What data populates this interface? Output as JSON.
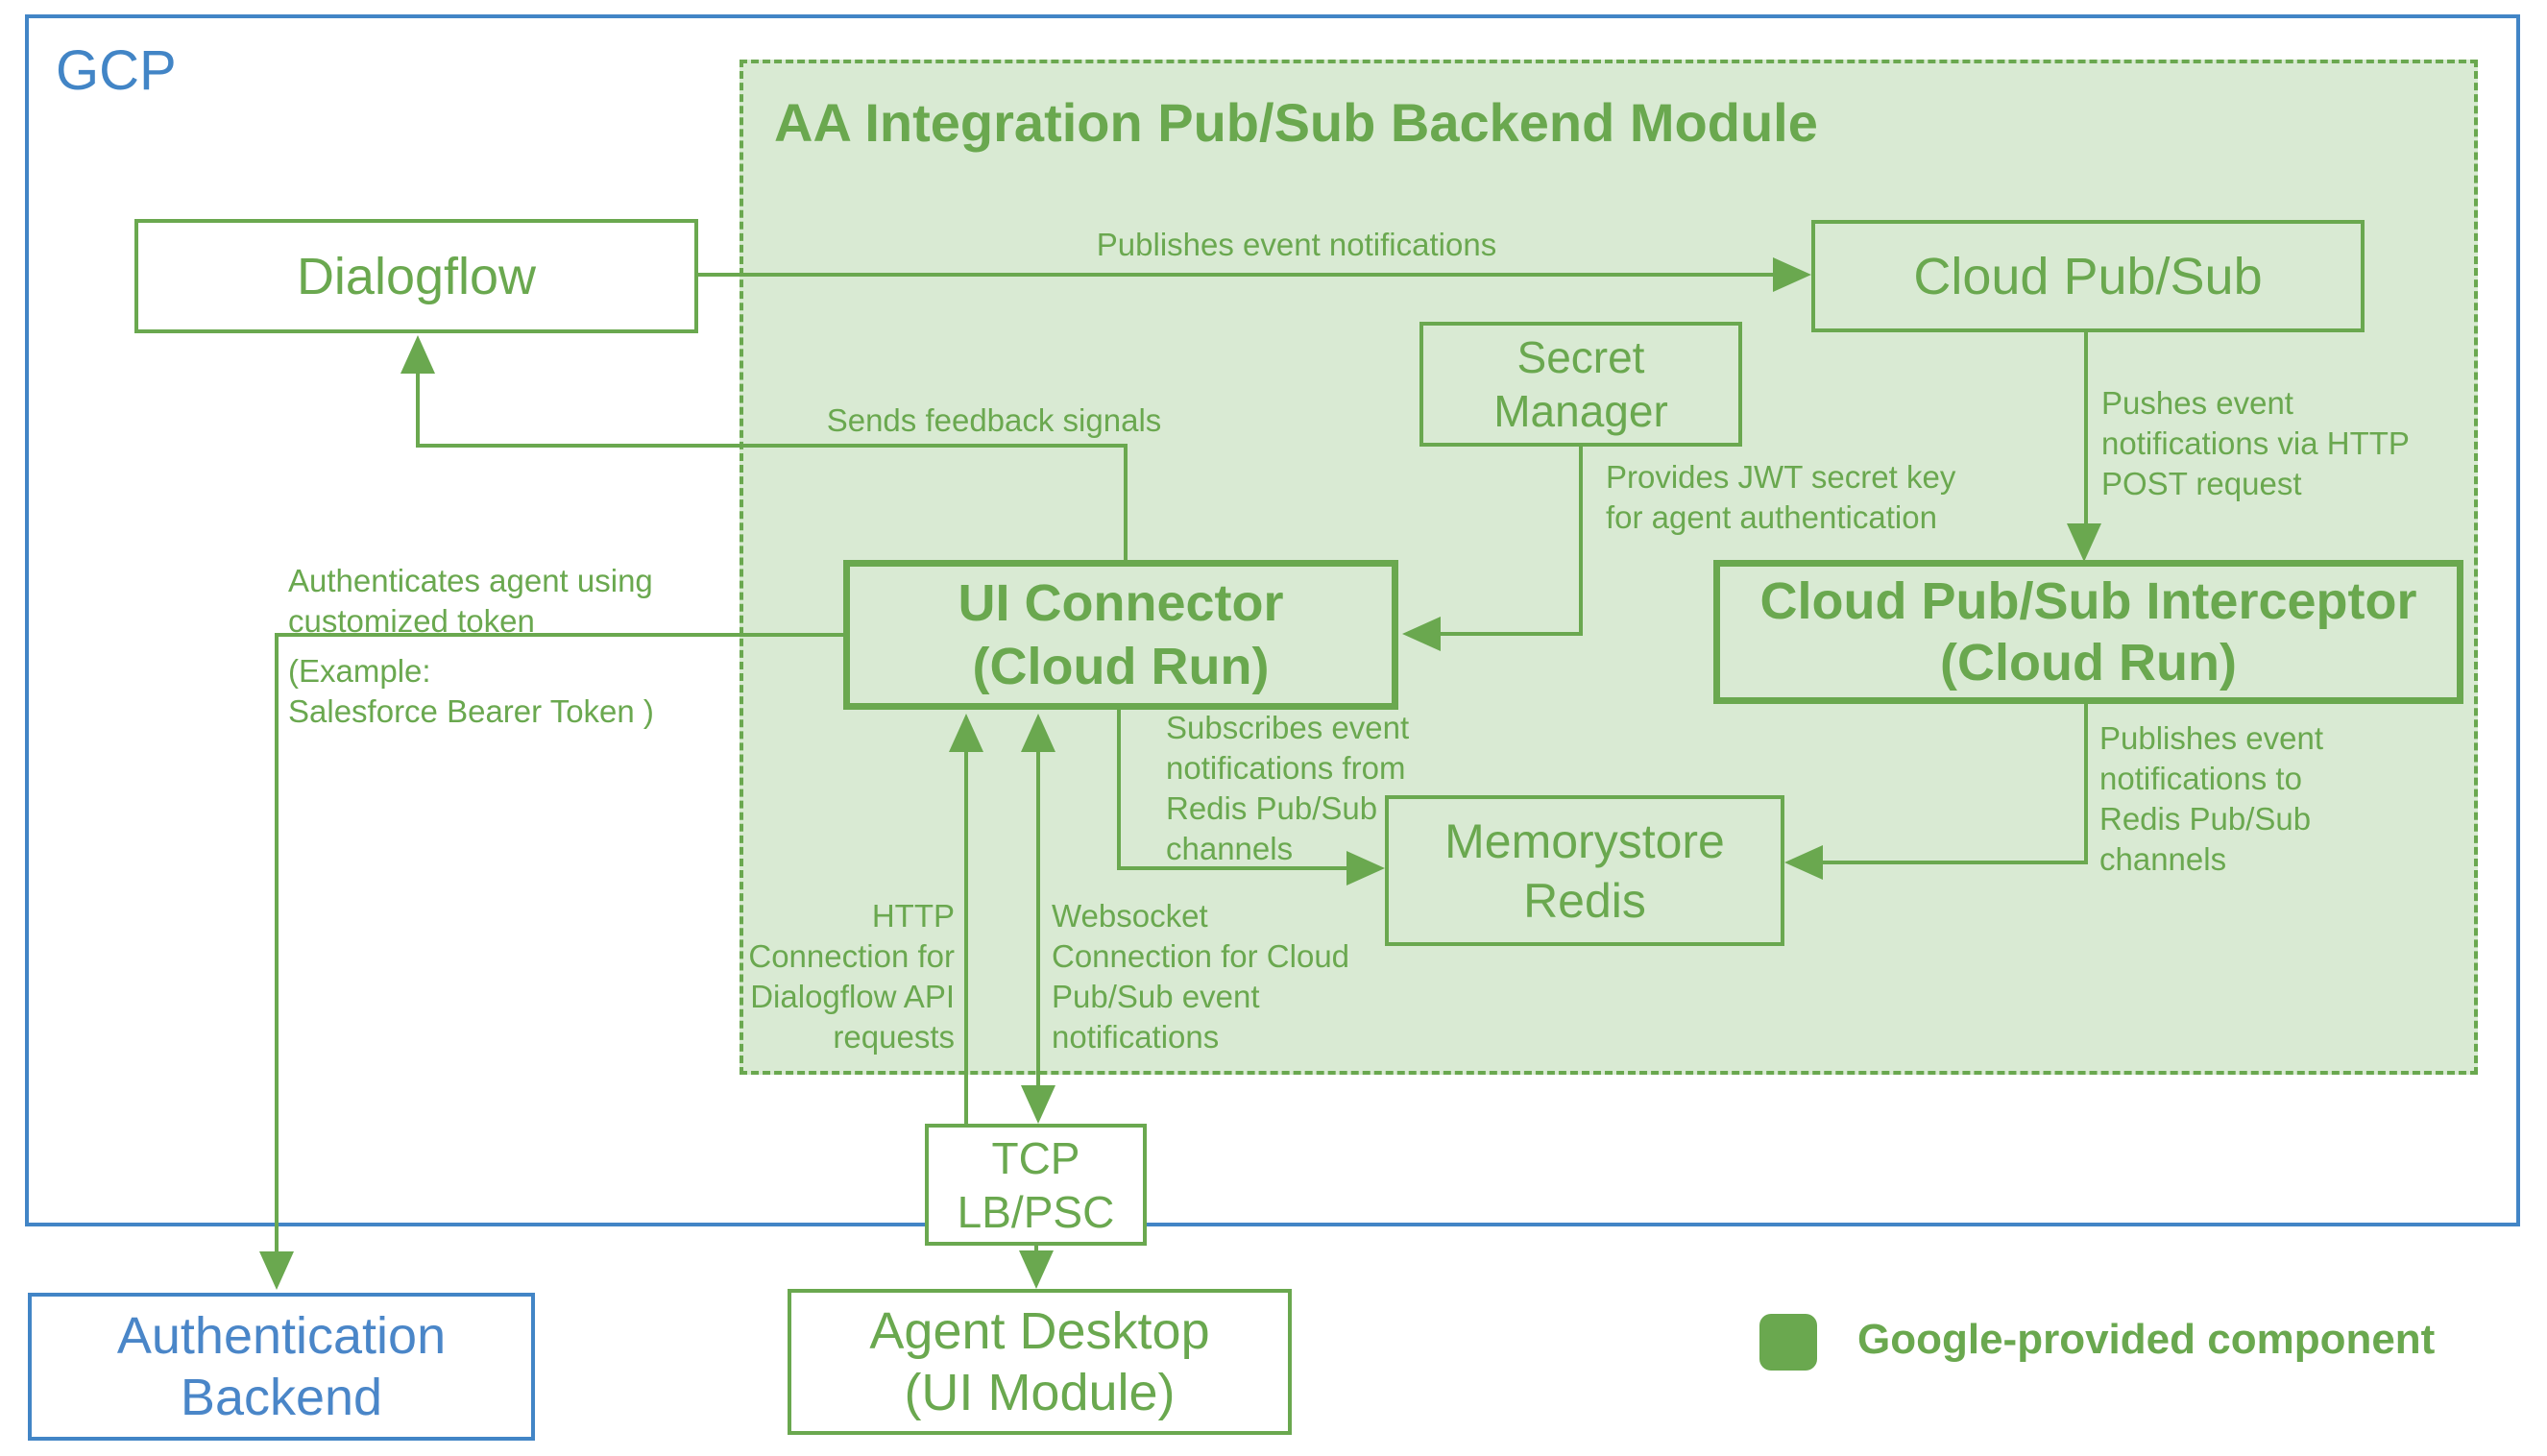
{
  "colors": {
    "green": "#6aa84f",
    "green_fill": "#d9ead3",
    "blue_border": "#4285c6",
    "blue_text": "#4a86c8"
  },
  "gcp": {
    "label": "GCP"
  },
  "module": {
    "title": "AA Integration Pub/Sub Backend Module"
  },
  "nodes": {
    "dialogflow": {
      "label": "Dialogflow"
    },
    "cloud_pubsub": {
      "label": "Cloud Pub/Sub"
    },
    "secret_manager": {
      "label": "Secret\nManager"
    },
    "ui_connector": {
      "label": "UI Connector\n(Cloud Run)"
    },
    "interceptor": {
      "label": "Cloud Pub/Sub Interceptor\n(Cloud Run)"
    },
    "memorystore": {
      "label": "Memorystore\nRedis"
    },
    "tcp_lb": {
      "label": "TCP\nLB/PSC"
    },
    "agent_desktop": {
      "label": "Agent Desktop\n(UI Module)"
    },
    "auth_backend": {
      "label": "Authentication\nBackend"
    }
  },
  "edges": {
    "publishes_events": "Publishes event notifications",
    "sends_feedback": "Sends feedback signals",
    "pushes_http_post": "Pushes event\nnotifications via HTTP\nPOST request",
    "provides_jwt": "Provides JWT secret key\nfor agent authentication",
    "authenticates_top": "Authenticates agent using\ncustomized token",
    "authenticates_bottom": "(Example:\nSalesforce Bearer Token )",
    "subscribes_redis": "Subscribes event\nnotifications from\nRedis Pub/Sub\nchannels",
    "publishes_redis": "Publishes event\nnotifications to\nRedis Pub/Sub\nchannels",
    "http_connection": "HTTP\nConnection for\nDialogflow API\nrequests",
    "websocket_connection": "Websocket\nConnection for Cloud\nPub/Sub event\nnotifications"
  },
  "legend": {
    "label": "Google-provided component"
  }
}
